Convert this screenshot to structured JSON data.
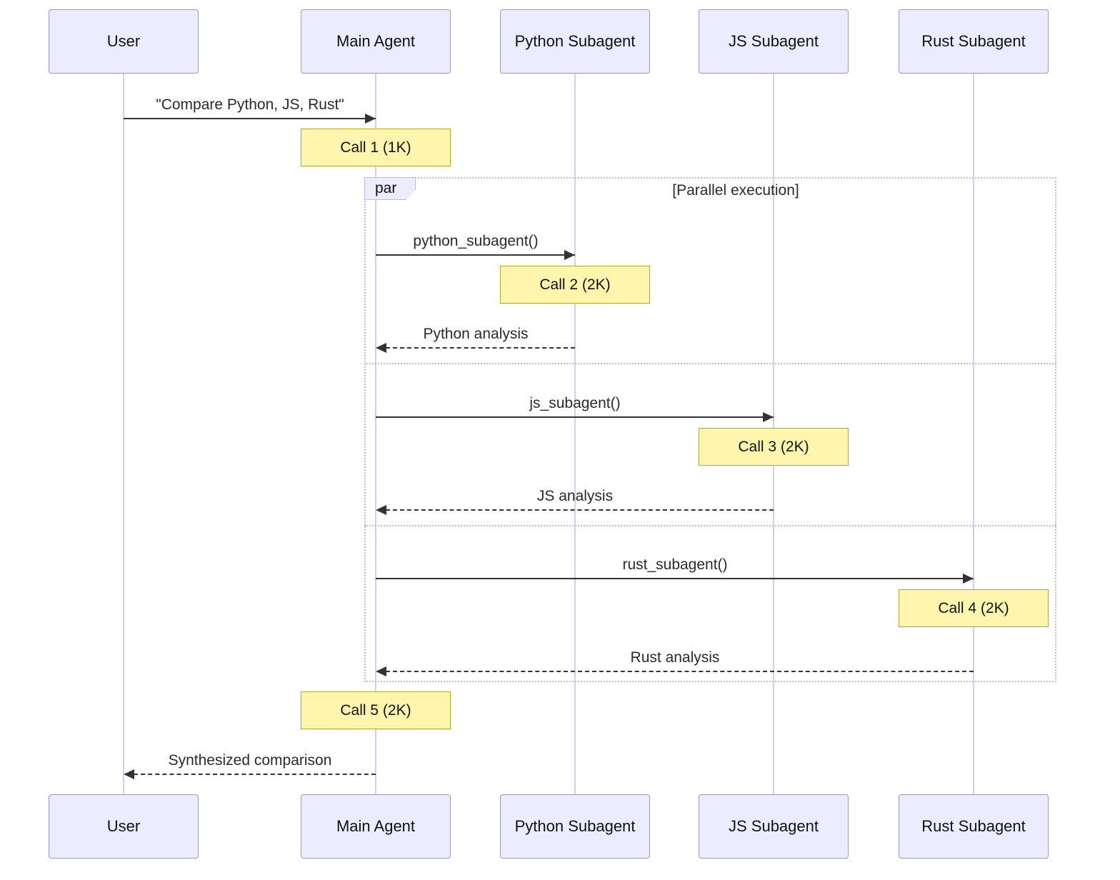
{
  "colors": {
    "actor_fill": "#ECECFF",
    "actor_border": "#9e96c6",
    "lifeline": "#d5cdf0",
    "note_fill": "#fff5ad",
    "note_border": "#aaaa33",
    "arrow": "#333333",
    "frame_border": "#c0b6e8"
  },
  "actors": [
    {
      "label": "User"
    },
    {
      "label": "Main Agent"
    },
    {
      "label": "Python Subagent"
    },
    {
      "label": "JS Subagent"
    },
    {
      "label": "Rust Subagent"
    }
  ],
  "messages": [
    {
      "label": "\"Compare Python, JS, Rust\"",
      "type": "solid"
    },
    {
      "label": "python_subagent()",
      "type": "solid"
    },
    {
      "label": "Python analysis",
      "type": "dashed"
    },
    {
      "label": "js_subagent()",
      "type": "solid"
    },
    {
      "label": "JS analysis",
      "type": "dashed"
    },
    {
      "label": "rust_subagent()",
      "type": "solid"
    },
    {
      "label": "Rust analysis",
      "type": "dashed"
    },
    {
      "label": "Synthesized comparison",
      "type": "dashed"
    }
  ],
  "notes": [
    {
      "label": "Call 1 (1K)"
    },
    {
      "label": "Call 2 (2K)"
    },
    {
      "label": "Call 3 (2K)"
    },
    {
      "label": "Call 4 (2K)"
    },
    {
      "label": "Call 5 (2K)"
    }
  ],
  "par": {
    "tag": "par",
    "condition": "[Parallel execution]"
  }
}
